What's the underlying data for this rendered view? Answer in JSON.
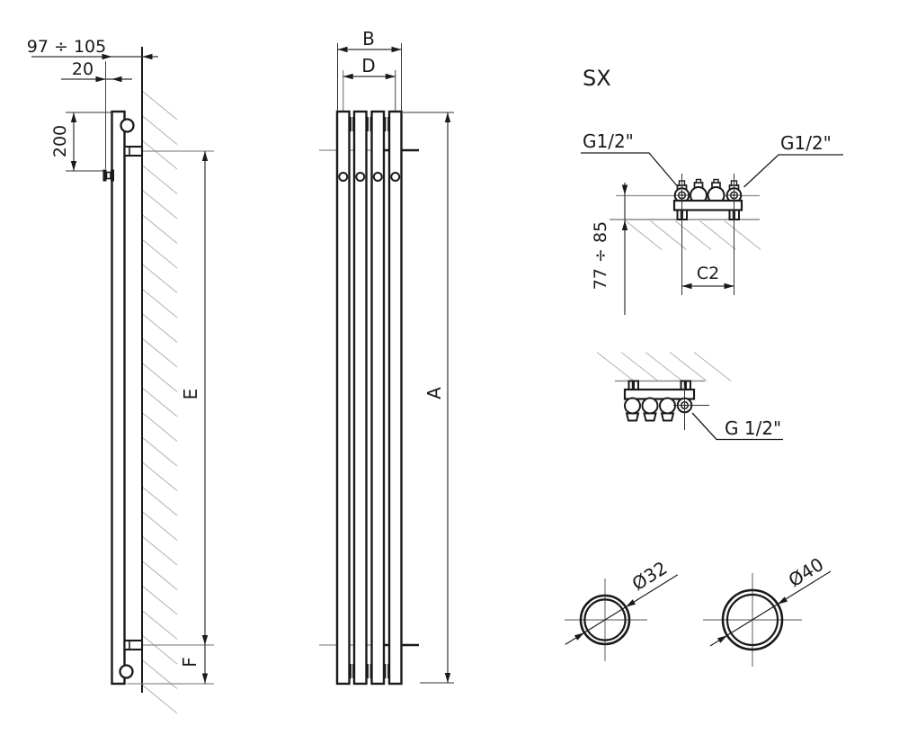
{
  "drawing": {
    "type": "radiator-technical-drawing",
    "side_view": {
      "dim_wall_distance": "97 ÷ 105",
      "dim_front_offset": "20",
      "dim_top_bracket": "200",
      "dim_bracket_span": "E",
      "dim_bottom_offset": "F"
    },
    "front_view": {
      "dim_width": "B",
      "dim_connection_spacing": "D",
      "dim_height": "A"
    },
    "connection_detail_top": {
      "variant": "SX",
      "thread_left": "G1/2\"",
      "thread_right": "G1/2\"",
      "dim_wall_depth": "77 ÷ 85",
      "dim_connection_spacing": "C2"
    },
    "connection_detail_bottom": {
      "thread": "G 1/2\""
    },
    "tube_sections": {
      "small_tube_diameter": "Ø32",
      "large_tube_diameter": "Ø40"
    },
    "colors": {
      "line": "#1a1a1a",
      "dim_line": "#333333",
      "gray_line": "#8c8c8c",
      "hatch": "#b4b4b4",
      "background": "#ffffff"
    }
  }
}
